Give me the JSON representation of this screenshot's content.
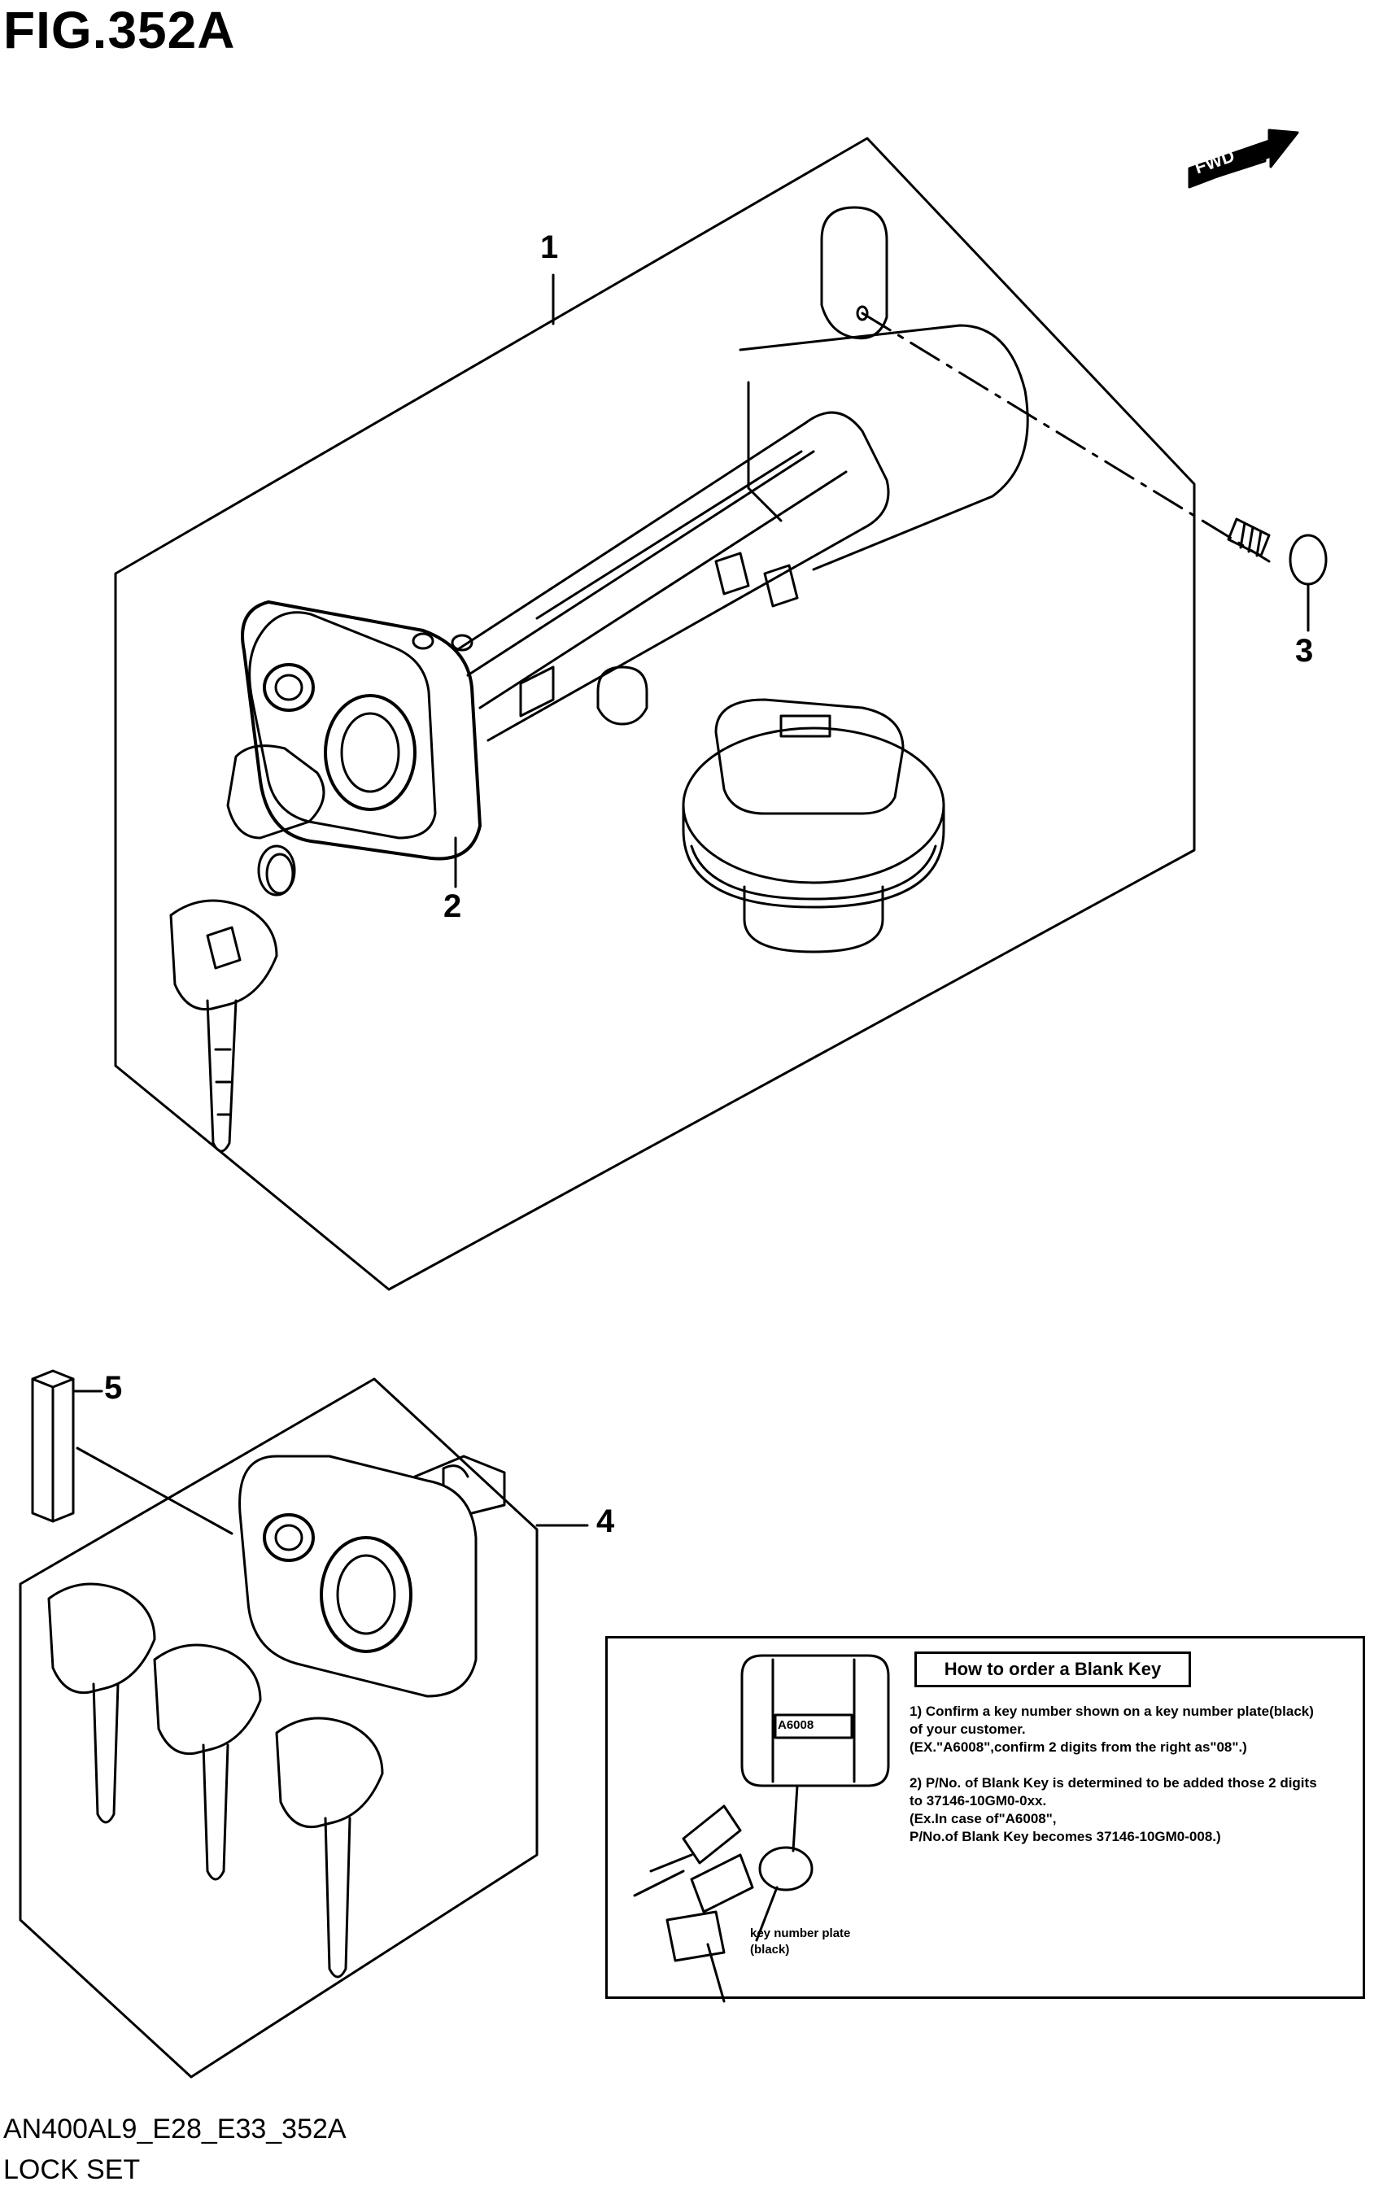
{
  "figure": {
    "title": "FIG.352A"
  },
  "fwd_label": "FWD",
  "callouts": [
    "1",
    "2",
    "3",
    "4",
    "5"
  ],
  "info": {
    "heading": "How to order a Blank Key",
    "lines": [
      "1) Confirm a key number shown on a key number plate(black)",
      " of your customer.",
      "(EX.\"A6008\",confirm 2 digits from the right as\"08\".)",
      "2) P/No. of Blank Key is determined to be added those 2 digits",
      " to 37146-10GM0-0xx.",
      "(Ex.In case of\"A6008\",",
      "P/No.of Blank Key becomes 37146-10GM0-008.)"
    ],
    "plate_code": "A6008",
    "plate_label_1": "key number plate",
    "plate_label_2": "(black)"
  },
  "footer": {
    "code": "AN400AL9_E28_E33_352A",
    "name": "LOCK SET"
  }
}
